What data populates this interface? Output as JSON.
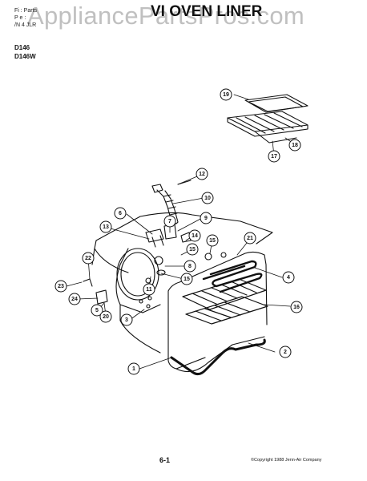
{
  "header": {
    "line1": "Fi  : Parts",
    "line2": "P  e  :",
    "line3": "/N  4  JLR",
    "title": "VI  OVEN LINER",
    "watermark": "AppliancePartsPros.com",
    "models": [
      "D146",
      "D146W"
    ]
  },
  "callouts": [
    "19",
    "18",
    "17",
    "12",
    "10",
    "6",
    "13",
    "9",
    "7",
    "14",
    "15",
    "21",
    "15",
    "22",
    "8",
    "11",
    "15",
    "4",
    "23",
    "24",
    "5",
    "20",
    "3",
    "16",
    "2",
    "1"
  ],
  "footer": {
    "page": "6-1",
    "copyright": "©Copyright 1988 Jenn-Air Company"
  }
}
